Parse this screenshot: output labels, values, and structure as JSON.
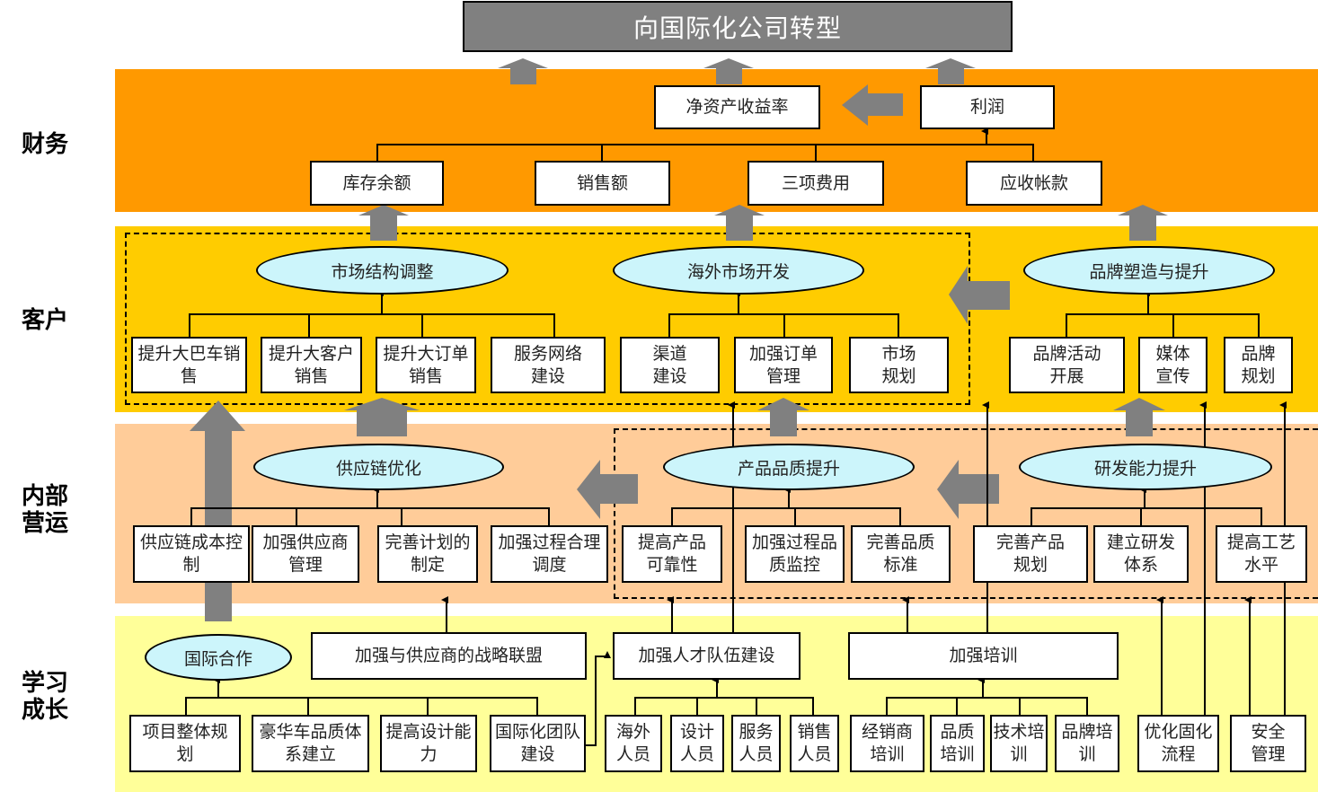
{
  "title": "向国际化公司转型",
  "colors": {
    "finance_band": "#ff9900",
    "customer_band": "#ffcc00",
    "internal_band": "#ffcc99",
    "learning_band": "#ffff99",
    "oval_fill": "#ccf5fb",
    "arrow_gray": "#808080",
    "title_fill": "#808080"
  },
  "perspectives": {
    "finance": "财务",
    "customer": "客户",
    "internal": [
      "内部",
      "营运"
    ],
    "learning": [
      "学习",
      "成长"
    ]
  },
  "finance": {
    "roe": "净资产收益率",
    "profit": "利润",
    "items": [
      "库存余额",
      "销售额",
      "三项费用",
      "应收帐款"
    ]
  },
  "customer": {
    "ovals": [
      "市场结构调整",
      "海外市场开发",
      "品牌塑造与提升"
    ],
    "items": [
      [
        "提升大巴车销",
        "售"
      ],
      [
        "提升大客户",
        "销售"
      ],
      [
        "提升大订单",
        "销售"
      ],
      [
        "服务网络",
        "建设"
      ],
      [
        "渠道",
        "建设"
      ],
      [
        "加强订单",
        "管理"
      ],
      [
        "市场",
        "规划"
      ],
      [
        "品牌活动",
        "开展"
      ],
      [
        "媒体",
        "宣传"
      ],
      [
        "品牌",
        "规划"
      ]
    ]
  },
  "internal": {
    "ovals": [
      "供应链优化",
      "产品品质提升",
      "研发能力提升"
    ],
    "items": [
      [
        "供应链成本控",
        "制"
      ],
      [
        "加强供应商",
        "管理"
      ],
      [
        "完善计划的",
        "制定"
      ],
      [
        "加强过程合理",
        "调度"
      ],
      [
        "提高产品",
        "可靠性"
      ],
      [
        "加强过程品",
        "质监控"
      ],
      [
        "完善品质",
        "标准"
      ],
      [
        "完善产品",
        "规划"
      ],
      [
        "建立研发",
        "体系"
      ],
      [
        "提高工艺",
        "水平"
      ]
    ]
  },
  "learning": {
    "oval": "国际合作",
    "mid_boxes": [
      "加强与供应商的战略联盟",
      "加强人才队伍建设",
      "加强培训"
    ],
    "items": [
      [
        "项目整体规",
        "划"
      ],
      [
        "豪华车品质体",
        "系建立"
      ],
      [
        "提高设计能",
        "力"
      ],
      [
        "国际化团队",
        "建设"
      ],
      [
        "海外",
        "人员"
      ],
      [
        "设计",
        "人员"
      ],
      [
        "服务",
        "人员"
      ],
      [
        "销售",
        "人员"
      ],
      [
        "经销商",
        "培训"
      ],
      [
        "品质",
        "培训"
      ],
      [
        "技术培",
        "训"
      ],
      [
        "品牌培",
        "训"
      ],
      [
        "优化固化",
        "流程"
      ],
      [
        "安全",
        "管理"
      ]
    ]
  }
}
